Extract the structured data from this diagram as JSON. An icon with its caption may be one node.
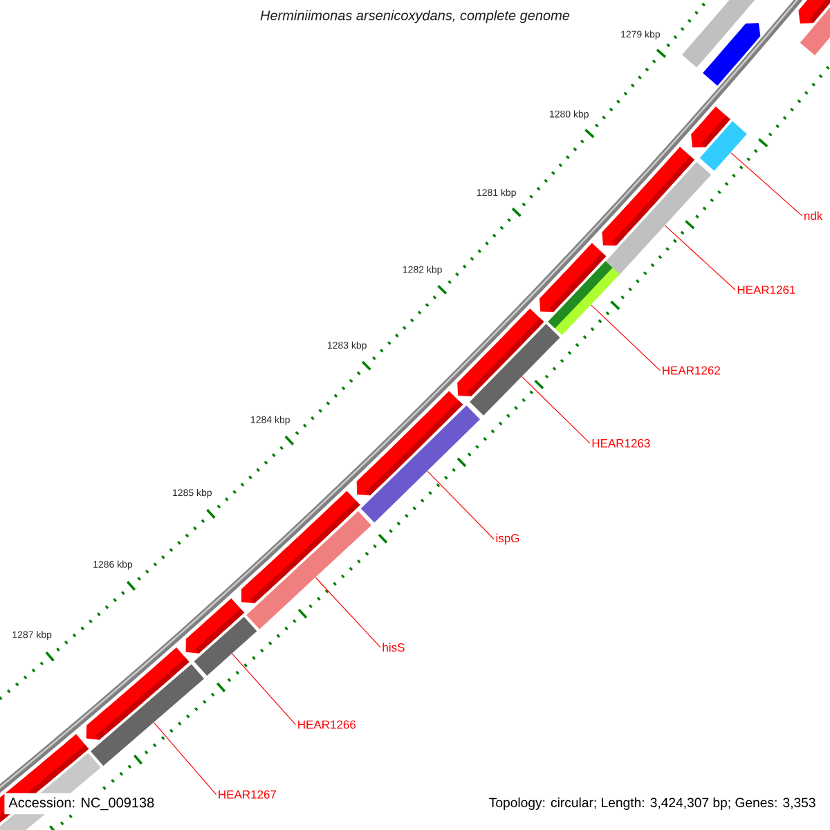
{
  "diagram": {
    "title": "Herminiimonas arsenicoxydans, complete genome",
    "nodes": [
      {
        "text": [
          "ndk"
        ]
      },
      {
        "text": [
          "HEAR1261"
        ]
      },
      {
        "text": [
          "HEAR1262"
        ]
      },
      {
        "text": [
          "HEAR1263"
        ]
      },
      {
        "text": [
          "ispG"
        ]
      },
      {
        "text": [
          "hisS"
        ]
      },
      {
        "text": [
          "HEAR1266"
        ]
      },
      {
        "text": [
          "HEAR1267"
        ]
      },
      {
        "text": [],
        "shape": "bar"
      },
      {
        "text": [],
        "shape": "bar"
      },
      {
        "text": [],
        "shape": "bar"
      },
      {
        "text": [],
        "shape": "bar"
      },
      {
        "text": [],
        "shape": "bar"
      },
      {
        "text": [],
        "shape": "bar"
      },
      {
        "text": [],
        "shape": "bar"
      },
      {
        "text": [],
        "shape": "bar"
      }
    ],
    "edges": [
      {
        "from": 0,
        "to": 8,
        "arrow": "none"
      },
      {
        "from": 1,
        "to": 9,
        "arrow": "none"
      },
      {
        "from": 2,
        "to": 10,
        "arrow": "none"
      },
      {
        "from": 3,
        "to": 11,
        "arrow": "none"
      },
      {
        "from": 4,
        "to": 12,
        "arrow": "none"
      },
      {
        "from": 5,
        "to": 13,
        "arrow": "none"
      },
      {
        "from": 6,
        "to": 14,
        "arrow": "none"
      },
      {
        "from": 7,
        "to": 15,
        "arrow": "none"
      }
    ],
    "labels": [
      "1279 kbp",
      "1280 kbp",
      "1281 kbp",
      "1282 kbp",
      "1283 kbp",
      "1284 kbp",
      "1285 kbp",
      "1286 kbp",
      "1287 kbp",
      "Accession: NC_009138",
      "Topology: circular; Length: 3,424,307 bp; Genes: 3,353"
    ]
  }
}
